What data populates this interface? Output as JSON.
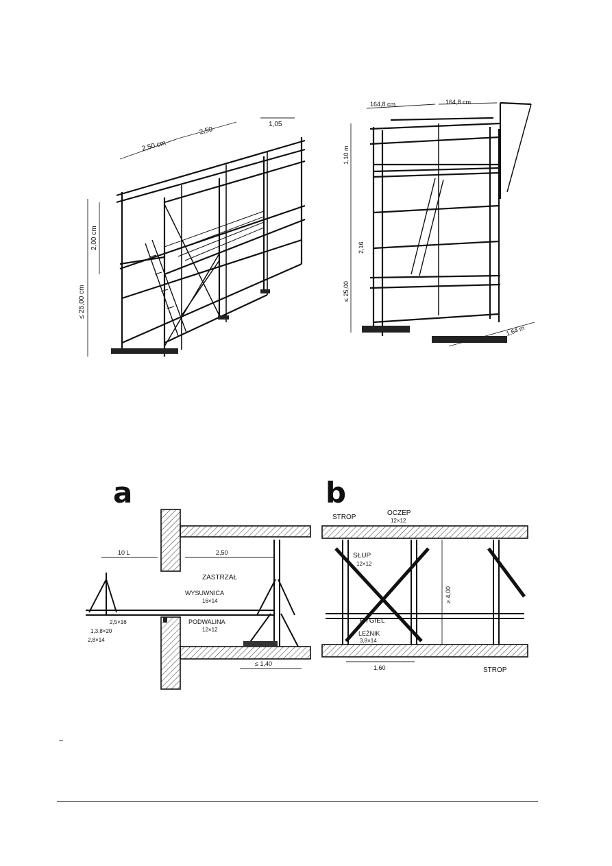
{
  "figure_a": {
    "letter": "a",
    "labels": {
      "zastrzal": "ZASTRZAŁ",
      "wysuwnica": "WYSUWNICA",
      "wysuwnica_size": "16×14",
      "podwalina": "PODWALINA",
      "podwalina_size": "12×12",
      "dim_top_left": "10 L",
      "dim_top": "2,50",
      "dim_bottom": "≤ 1,40",
      "size_1": "2,5×16",
      "size_2": "1,3,8×20",
      "size_3": "2,8×14"
    }
  },
  "figure_b": {
    "letter": "b",
    "labels": {
      "strop_top": "STROP",
      "oczep": "OCZEP",
      "oczep_size": "12×12",
      "slup": "SŁUP",
      "slup_size": "12×12",
      "rygiel": "RYGIEL",
      "lezniki": "LEŻNIK",
      "lezniki_size": "3,8×14",
      "strop_bottom": "STROP",
      "height_dim": "≥ 4,00",
      "width_dim": "1,60"
    }
  },
  "scaffold_left": {
    "dims": {
      "w1": "2,50 cm",
      "w2": "2,50",
      "depth": "1,05",
      "h_total": "≤ 25,00 cm",
      "h_level": "2,00 cm"
    }
  },
  "scaffold_right": {
    "dims": {
      "w1": "164,8 cm",
      "w2": "164,8 cm",
      "h_top": "1,10 m",
      "h_mid": "2,16",
      "h_total": "≤ 25,00",
      "base": "1,64 m"
    }
  }
}
